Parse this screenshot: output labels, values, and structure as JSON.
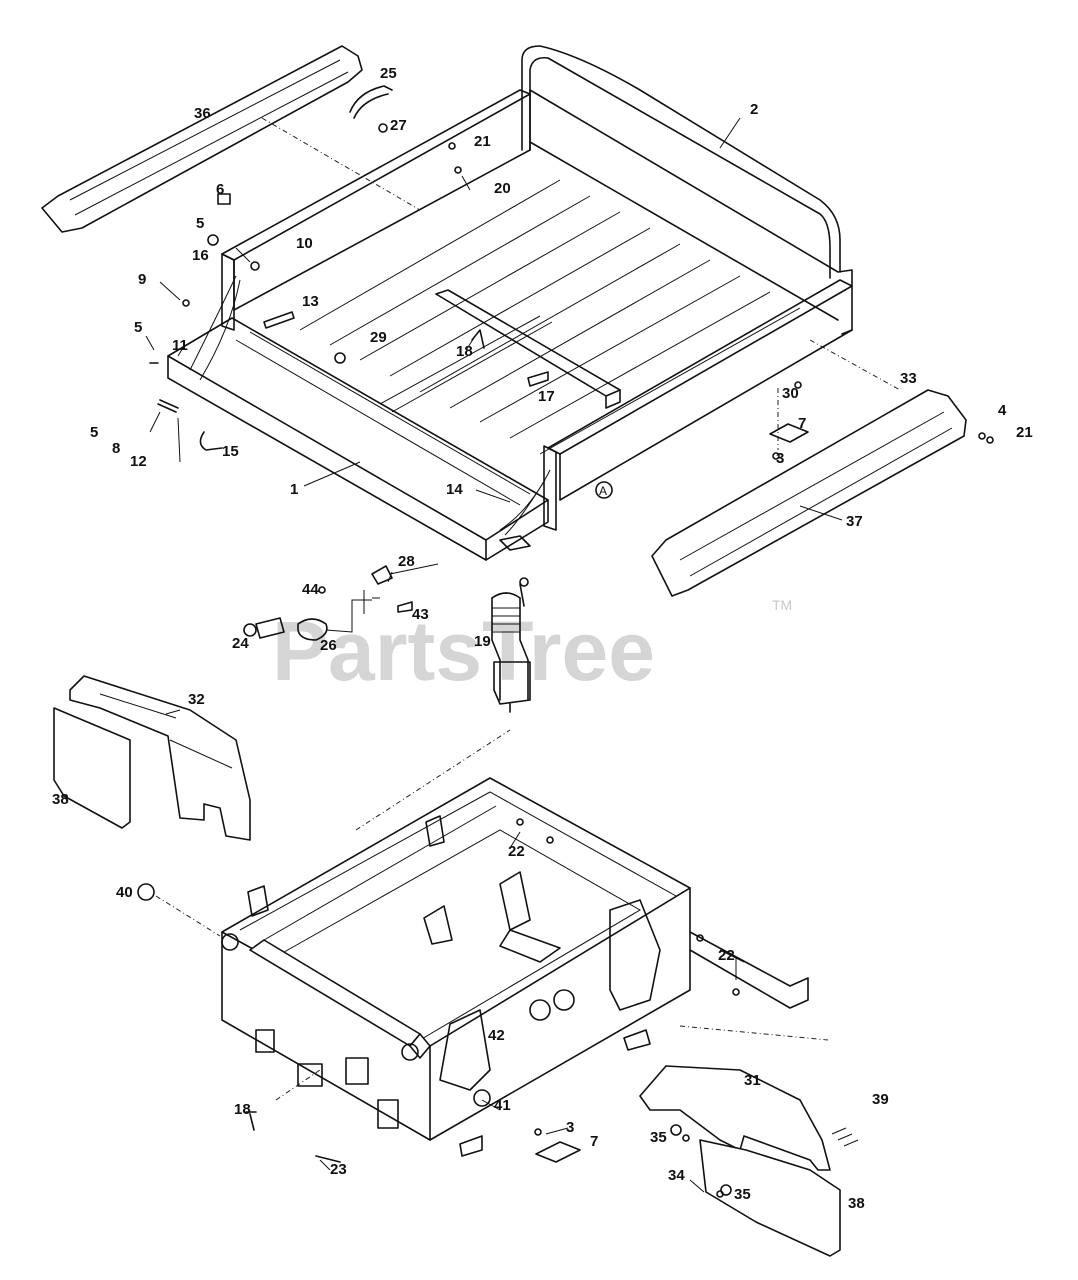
{
  "watermark": {
    "text": "PartsTree",
    "tm": "TM"
  },
  "reference_mark": "A",
  "callouts": [
    "25",
    "36",
    "27",
    "2",
    "21",
    "20",
    "6",
    "5",
    "16",
    "10",
    "9",
    "13",
    "5",
    "29",
    "11",
    "18",
    "30",
    "33",
    "4",
    "21",
    "17",
    "7",
    "5",
    "8",
    "12",
    "15",
    "1",
    "3",
    "14",
    "37",
    "28",
    "44",
    "43",
    "24",
    "26",
    "19",
    "32",
    "38",
    "22",
    "40",
    "22",
    "42",
    "31",
    "39",
    "18",
    "41",
    "3",
    "7",
    "35",
    "34",
    "35",
    "23",
    "38"
  ]
}
